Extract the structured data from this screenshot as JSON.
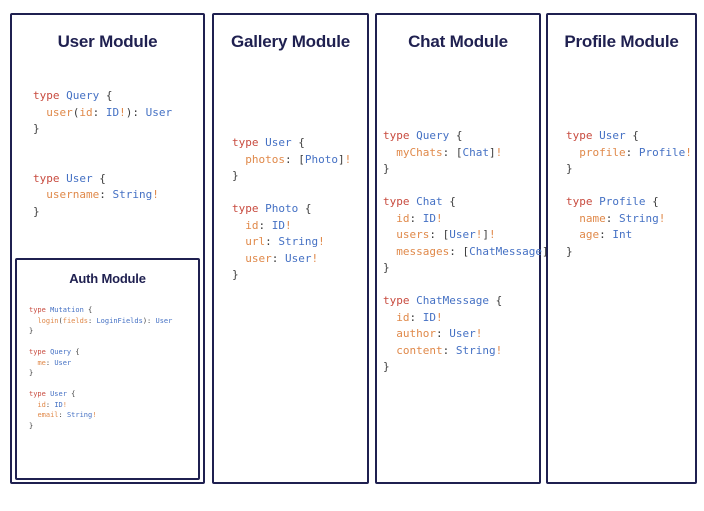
{
  "panels": [
    {
      "id": "user",
      "title": "User Module",
      "code_lines": [
        [
          {
            "t": "type ",
            "c": "kw"
          },
          {
            "t": "Query",
            "c": "tn"
          },
          {
            "t": " {",
            "c": "pn"
          }
        ],
        [
          {
            "t": "  ",
            "c": "pn"
          },
          {
            "t": "user",
            "c": "fld"
          },
          {
            "t": "(",
            "c": "pn"
          },
          {
            "t": "id",
            "c": "fld"
          },
          {
            "t": ": ",
            "c": "pn"
          },
          {
            "t": "ID",
            "c": "tn"
          },
          {
            "t": "!",
            "c": "bang"
          },
          {
            "t": "): ",
            "c": "pn"
          },
          {
            "t": "User",
            "c": "tn"
          }
        ],
        [
          {
            "t": "}",
            "c": "pn"
          }
        ],
        [],
        [],
        [
          {
            "t": "type ",
            "c": "kw"
          },
          {
            "t": "User",
            "c": "tn"
          },
          {
            "t": " {",
            "c": "pn"
          }
        ],
        [
          {
            "t": "  ",
            "c": "pn"
          },
          {
            "t": "username",
            "c": "fld"
          },
          {
            "t": ": ",
            "c": "pn"
          },
          {
            "t": "String",
            "c": "tn"
          },
          {
            "t": "!",
            "c": "bang"
          }
        ],
        [
          {
            "t": "}",
            "c": "pn"
          }
        ]
      ],
      "nested": {
        "id": "auth",
        "title": "Auth Module",
        "code_lines": [
          [
            {
              "t": "type ",
              "c": "kw"
            },
            {
              "t": "Mutation",
              "c": "tn"
            },
            {
              "t": " {",
              "c": "pn"
            }
          ],
          [
            {
              "t": "  ",
              "c": "pn"
            },
            {
              "t": "login",
              "c": "fld"
            },
            {
              "t": "(",
              "c": "pn"
            },
            {
              "t": "fields",
              "c": "fld"
            },
            {
              "t": ": ",
              "c": "pn"
            },
            {
              "t": "LoginFields",
              "c": "tn"
            },
            {
              "t": "): ",
              "c": "pn"
            },
            {
              "t": "User",
              "c": "tn"
            }
          ],
          [
            {
              "t": "}",
              "c": "pn"
            }
          ],
          [],
          [
            {
              "t": "type ",
              "c": "kw"
            },
            {
              "t": "Query",
              "c": "tn"
            },
            {
              "t": " {",
              "c": "pn"
            }
          ],
          [
            {
              "t": "  ",
              "c": "pn"
            },
            {
              "t": "me",
              "c": "fld"
            },
            {
              "t": ": ",
              "c": "pn"
            },
            {
              "t": "User",
              "c": "tn"
            }
          ],
          [
            {
              "t": "}",
              "c": "pn"
            }
          ],
          [],
          [
            {
              "t": "type ",
              "c": "kw"
            },
            {
              "t": "User",
              "c": "tn"
            },
            {
              "t": " {",
              "c": "pn"
            }
          ],
          [
            {
              "t": "  ",
              "c": "pn"
            },
            {
              "t": "id",
              "c": "fld"
            },
            {
              "t": ": ",
              "c": "pn"
            },
            {
              "t": "ID",
              "c": "tn"
            },
            {
              "t": "!",
              "c": "bang"
            }
          ],
          [
            {
              "t": "  ",
              "c": "pn"
            },
            {
              "t": "email",
              "c": "fld"
            },
            {
              "t": ": ",
              "c": "pn"
            },
            {
              "t": "String",
              "c": "tn"
            },
            {
              "t": "!",
              "c": "bang"
            }
          ],
          [
            {
              "t": "}",
              "c": "pn"
            }
          ]
        ]
      }
    },
    {
      "id": "gallery",
      "title": "Gallery Module",
      "code_lines": [
        [
          {
            "t": "type ",
            "c": "kw"
          },
          {
            "t": "User",
            "c": "tn"
          },
          {
            "t": " {",
            "c": "pn"
          }
        ],
        [
          {
            "t": "  ",
            "c": "pn"
          },
          {
            "t": "photos",
            "c": "fld"
          },
          {
            "t": ": ",
            "c": "pn"
          },
          {
            "t": "[",
            "c": "pn"
          },
          {
            "t": "Photo",
            "c": "tn"
          },
          {
            "t": "]",
            "c": "pn"
          },
          {
            "t": "!",
            "c": "bang"
          }
        ],
        [
          {
            "t": "}",
            "c": "pn"
          }
        ],
        [],
        [
          {
            "t": "type ",
            "c": "kw"
          },
          {
            "t": "Photo",
            "c": "tn"
          },
          {
            "t": " {",
            "c": "pn"
          }
        ],
        [
          {
            "t": "  ",
            "c": "pn"
          },
          {
            "t": "id",
            "c": "fld"
          },
          {
            "t": ": ",
            "c": "pn"
          },
          {
            "t": "ID",
            "c": "tn"
          },
          {
            "t": "!",
            "c": "bang"
          }
        ],
        [
          {
            "t": "  ",
            "c": "pn"
          },
          {
            "t": "url",
            "c": "fld"
          },
          {
            "t": ": ",
            "c": "pn"
          },
          {
            "t": "String",
            "c": "tn"
          },
          {
            "t": "!",
            "c": "bang"
          }
        ],
        [
          {
            "t": "  ",
            "c": "pn"
          },
          {
            "t": "user",
            "c": "fld"
          },
          {
            "t": ": ",
            "c": "pn"
          },
          {
            "t": "User",
            "c": "tn"
          },
          {
            "t": "!",
            "c": "bang"
          }
        ],
        [
          {
            "t": "}",
            "c": "pn"
          }
        ]
      ],
      "nested": null
    },
    {
      "id": "chat",
      "title": "Chat Module",
      "code_lines": [
        [
          {
            "t": "type ",
            "c": "kw"
          },
          {
            "t": "Query",
            "c": "tn"
          },
          {
            "t": " {",
            "c": "pn"
          }
        ],
        [
          {
            "t": "  ",
            "c": "pn"
          },
          {
            "t": "myChats",
            "c": "fld"
          },
          {
            "t": ": ",
            "c": "pn"
          },
          {
            "t": "[",
            "c": "pn"
          },
          {
            "t": "Chat",
            "c": "tn"
          },
          {
            "t": "]",
            "c": "pn"
          },
          {
            "t": "!",
            "c": "bang"
          }
        ],
        [
          {
            "t": "}",
            "c": "pn"
          }
        ],
        [],
        [
          {
            "t": "type ",
            "c": "kw"
          },
          {
            "t": "Chat",
            "c": "tn"
          },
          {
            "t": " {",
            "c": "pn"
          }
        ],
        [
          {
            "t": "  ",
            "c": "pn"
          },
          {
            "t": "id",
            "c": "fld"
          },
          {
            "t": ": ",
            "c": "pn"
          },
          {
            "t": "ID",
            "c": "tn"
          },
          {
            "t": "!",
            "c": "bang"
          }
        ],
        [
          {
            "t": "  ",
            "c": "pn"
          },
          {
            "t": "users",
            "c": "fld"
          },
          {
            "t": ": ",
            "c": "pn"
          },
          {
            "t": "[",
            "c": "pn"
          },
          {
            "t": "User",
            "c": "tn"
          },
          {
            "t": "!",
            "c": "bang"
          },
          {
            "t": "]",
            "c": "pn"
          },
          {
            "t": "!",
            "c": "bang"
          }
        ],
        [
          {
            "t": "  ",
            "c": "pn"
          },
          {
            "t": "messages",
            "c": "fld"
          },
          {
            "t": ": ",
            "c": "pn"
          },
          {
            "t": "[",
            "c": "pn"
          },
          {
            "t": "ChatMessage",
            "c": "tn"
          },
          {
            "t": "]",
            "c": "pn"
          },
          {
            "t": "!",
            "c": "bang"
          }
        ],
        [
          {
            "t": "}",
            "c": "pn"
          }
        ],
        [],
        [
          {
            "t": "type ",
            "c": "kw"
          },
          {
            "t": "ChatMessage",
            "c": "tn"
          },
          {
            "t": " {",
            "c": "pn"
          }
        ],
        [
          {
            "t": "  ",
            "c": "pn"
          },
          {
            "t": "id",
            "c": "fld"
          },
          {
            "t": ": ",
            "c": "pn"
          },
          {
            "t": "ID",
            "c": "tn"
          },
          {
            "t": "!",
            "c": "bang"
          }
        ],
        [
          {
            "t": "  ",
            "c": "pn"
          },
          {
            "t": "author",
            "c": "fld"
          },
          {
            "t": ": ",
            "c": "pn"
          },
          {
            "t": "User",
            "c": "tn"
          },
          {
            "t": "!",
            "c": "bang"
          }
        ],
        [
          {
            "t": "  ",
            "c": "pn"
          },
          {
            "t": "content",
            "c": "fld"
          },
          {
            "t": ": ",
            "c": "pn"
          },
          {
            "t": "String",
            "c": "tn"
          },
          {
            "t": "!",
            "c": "bang"
          }
        ],
        [
          {
            "t": "}",
            "c": "pn"
          }
        ]
      ],
      "nested": null
    },
    {
      "id": "profile",
      "title": "Profile Module",
      "code_lines": [
        [
          {
            "t": "type ",
            "c": "kw"
          },
          {
            "t": "User",
            "c": "tn"
          },
          {
            "t": " {",
            "c": "pn"
          }
        ],
        [
          {
            "t": "  ",
            "c": "pn"
          },
          {
            "t": "profile",
            "c": "fld"
          },
          {
            "t": ": ",
            "c": "pn"
          },
          {
            "t": "Profile",
            "c": "tn"
          },
          {
            "t": "!",
            "c": "bang"
          }
        ],
        [
          {
            "t": "}",
            "c": "pn"
          }
        ],
        [],
        [
          {
            "t": "type ",
            "c": "kw"
          },
          {
            "t": "Profile",
            "c": "tn"
          },
          {
            "t": " {",
            "c": "pn"
          }
        ],
        [
          {
            "t": "  ",
            "c": "pn"
          },
          {
            "t": "name",
            "c": "fld"
          },
          {
            "t": ": ",
            "c": "pn"
          },
          {
            "t": "String",
            "c": "tn"
          },
          {
            "t": "!",
            "c": "bang"
          }
        ],
        [
          {
            "t": "  ",
            "c": "pn"
          },
          {
            "t": "age",
            "c": "fld"
          },
          {
            "t": ": ",
            "c": "pn"
          },
          {
            "t": "Int",
            "c": "tn"
          }
        ],
        [
          {
            "t": "}",
            "c": "pn"
          }
        ]
      ],
      "nested": null
    }
  ],
  "colors": {
    "border": "#1f2050",
    "title": "#1f2050",
    "keyword": "#c84b3f",
    "type_name": "#4571c4",
    "field_name": "#e0894a",
    "punctuation": "#3d3d3d",
    "background": "#ffffff"
  }
}
